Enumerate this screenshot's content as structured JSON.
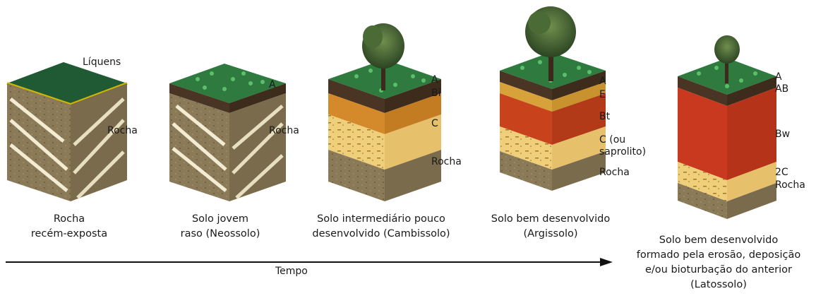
{
  "soils": [
    {
      "caption": [
        "Rocha",
        "recém-exposta"
      ],
      "labels": [
        "Líquens",
        "Rocha"
      ]
    },
    {
      "caption": [
        "Solo jovem",
        "raso (Neossolo)"
      ],
      "labels": [
        "A",
        "Rocha"
      ]
    },
    {
      "caption": [
        "Solo intermediário pouco",
        "desenvolvido (Cambissolo)"
      ],
      "labels": [
        "A",
        "Bi",
        "C",
        "Rocha"
      ]
    },
    {
      "caption": [
        "Solo bem desenvolvido",
        "(Argissolo)"
      ],
      "labels": [
        "A",
        "E",
        "Bt",
        "C (ou",
        "saprolito)",
        "Rocha"
      ]
    },
    {
      "caption": [
        "Solo bem desenvolvido",
        "formado pela erosão, deposição",
        "e/ou bioturbação do anterior",
        "(Latossolo)"
      ],
      "labels": [
        "A",
        "AB",
        "Bw",
        "2C",
        "Rocha"
      ]
    }
  ],
  "axis": {
    "label": "Tempo"
  },
  "colors": {
    "rock": "#8a7a58",
    "rock_dark": "#6a5c40",
    "vein": "#f3ecd2",
    "grass": "#2e7a3f",
    "grass_light": "#5cbf6a",
    "A_horizon": "#4a3423",
    "E_horizon": "#d8a23a",
    "Bt_horizon": "#c8431c",
    "Bw_horizon": "#c8391f",
    "C_horizon": "#f0cf7a",
    "lichen": "#d4b800",
    "tree_foliage": "#3d5a2e",
    "trunk": "#3b2a1c"
  }
}
